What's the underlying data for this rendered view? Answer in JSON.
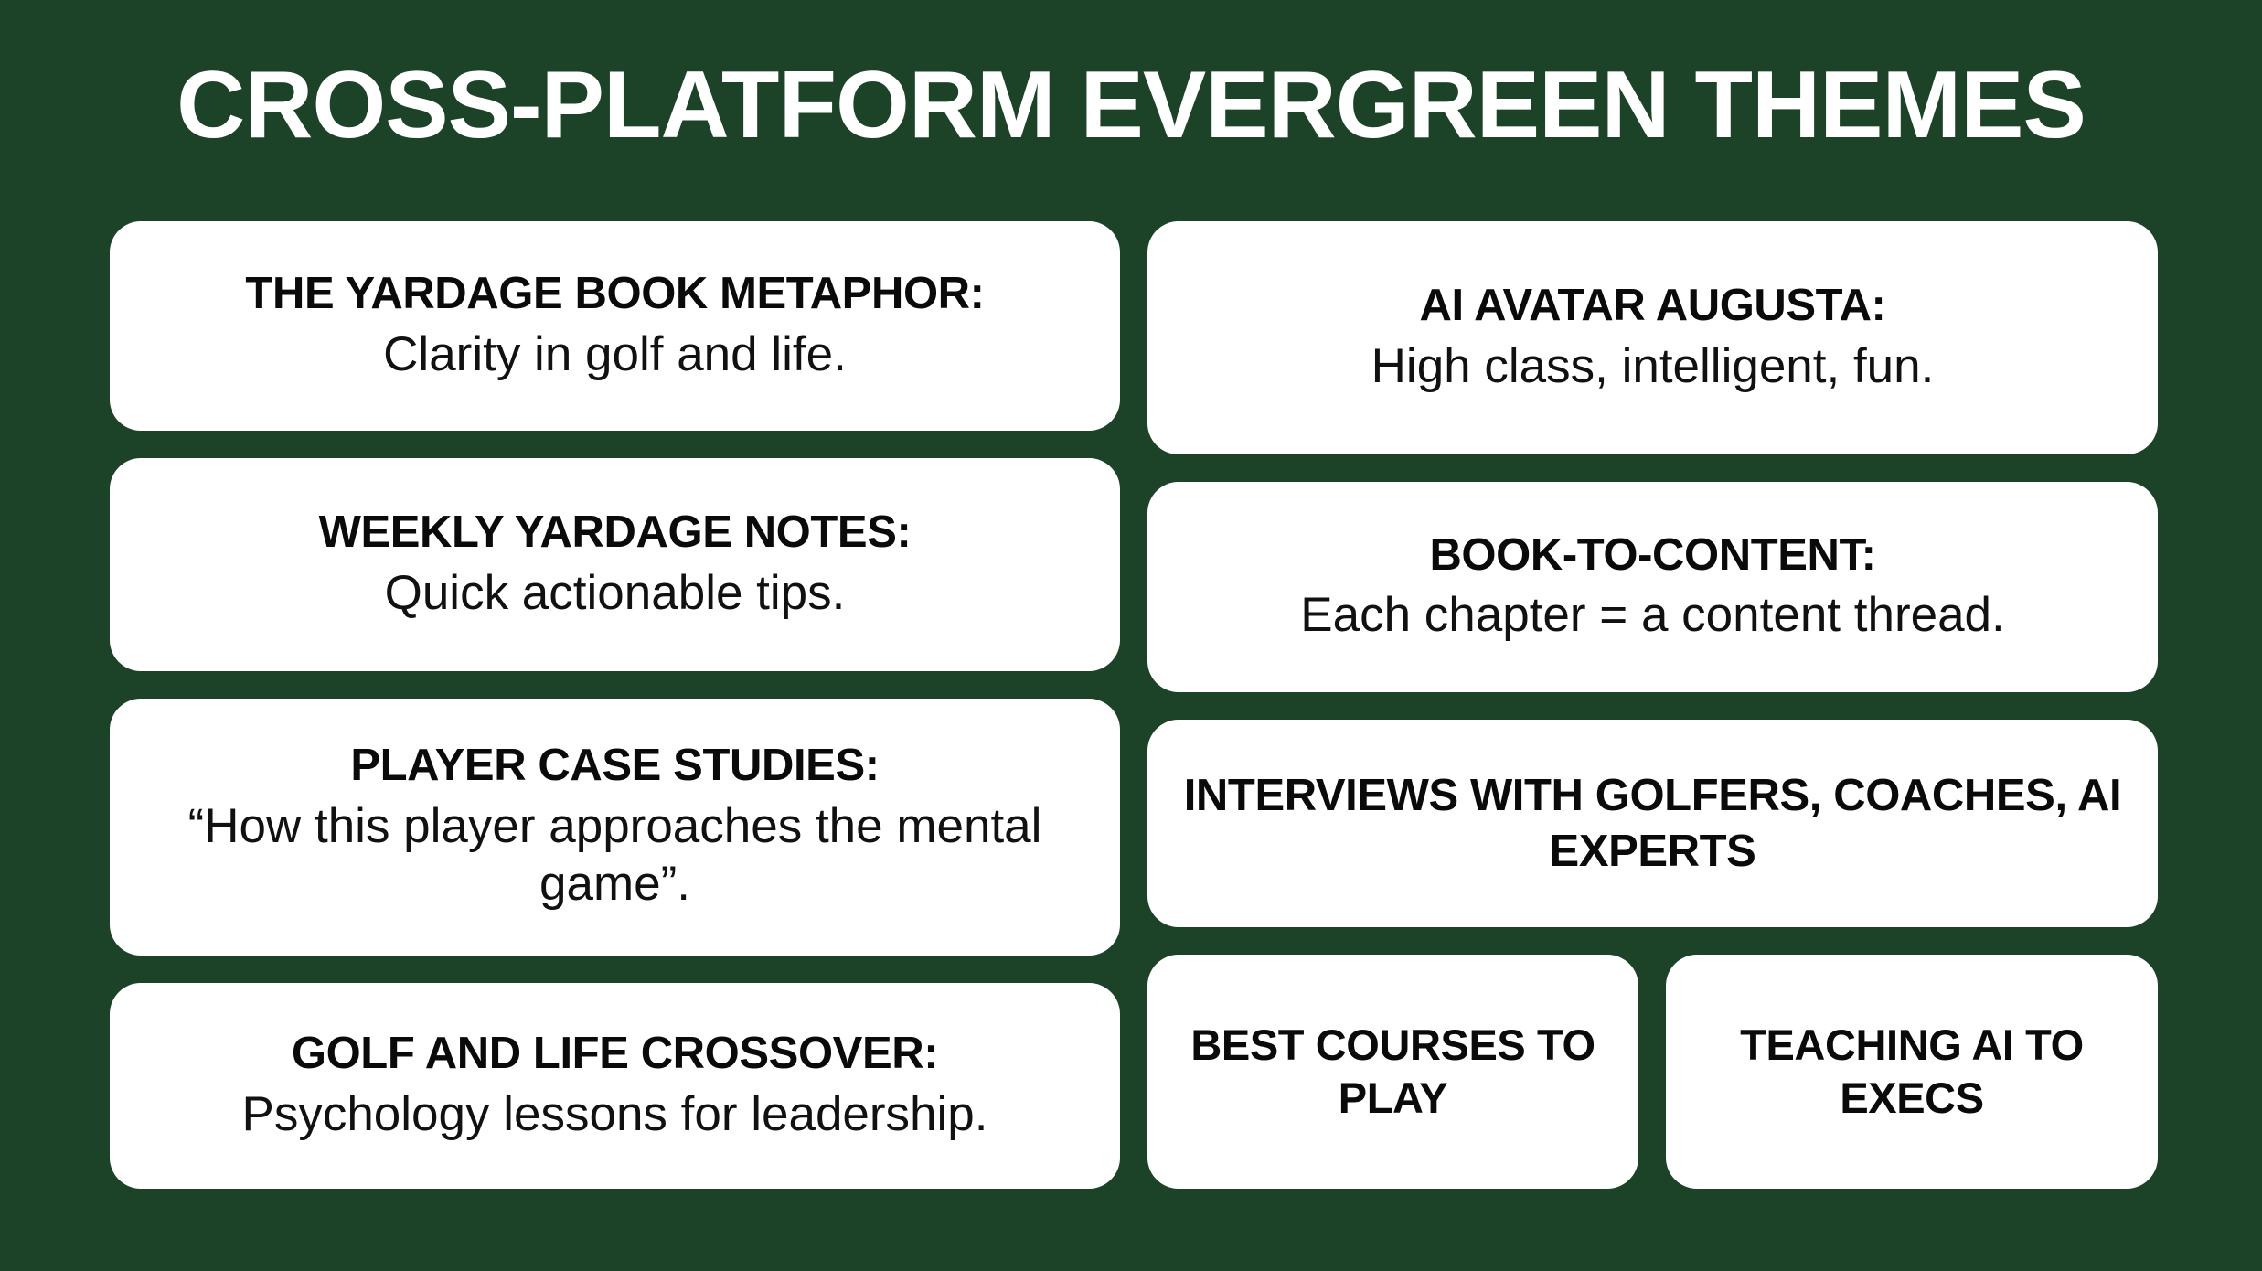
{
  "theme": {
    "background_color": "#1C4227",
    "card_color": "#FFFFFF",
    "title_color": "#FFFFFF",
    "card_text_color": "#111111"
  },
  "header": {
    "title": "CROSS-PLATFORM EVERGREEN THEMES"
  },
  "columns": {
    "left": [
      {
        "title": "THE YARDAGE BOOK METAPHOR:",
        "body": "Clarity in golf and life."
      },
      {
        "title": "WEEKLY YARDAGE NOTES:",
        "body": "Quick actionable tips."
      },
      {
        "title": "PLAYER CASE STUDIES:",
        "body": "“How this player approaches the mental game”."
      },
      {
        "title": "GOLF AND LIFE CROSSOVER:",
        "body": "Psychology lessons for leadership."
      }
    ],
    "right": [
      {
        "title": "AI AVATAR AUGUSTA:",
        "body": "High class, intelligent, fun."
      },
      {
        "title": "BOOK-TO-CONTENT:",
        "body": "Each chapter = a content thread."
      },
      {
        "title": "INTERVIEWS WITH GOLFERS, COACHES, AI EXPERTS",
        "body": ""
      },
      {
        "title": "BEST COURSES TO PLAY",
        "body": ""
      },
      {
        "title": "TEACHING AI TO EXECS",
        "body": ""
      }
    ]
  }
}
